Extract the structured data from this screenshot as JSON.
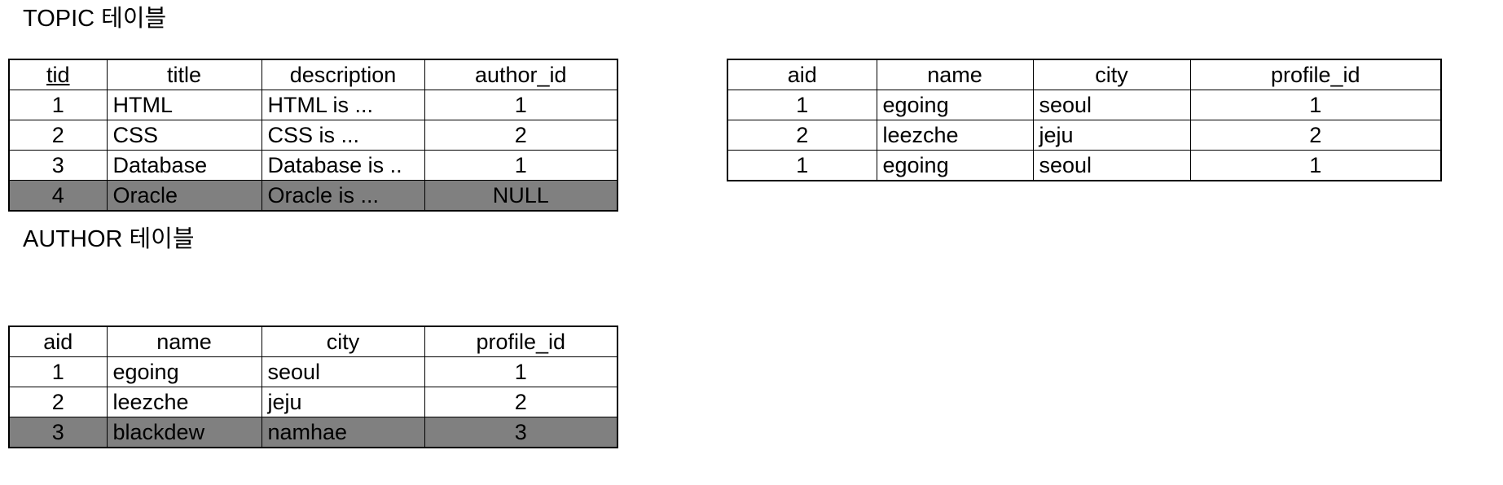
{
  "captions": {
    "topic": "TOPIC 테이블",
    "author": "AUTHOR 테이블"
  },
  "colors": {
    "highlight_row": "#808080",
    "border": "#000000",
    "background": "#ffffff",
    "text": "#000000"
  },
  "topic_table": {
    "name": "TOPIC",
    "columns": [
      {
        "label": "tid",
        "primary_key": true,
        "align": "c"
      },
      {
        "label": "title",
        "primary_key": false,
        "align": "l"
      },
      {
        "label": "description",
        "primary_key": false,
        "align": "l"
      },
      {
        "label": "author_id",
        "primary_key": false,
        "align": "c"
      }
    ],
    "rows": [
      {
        "highlight": false,
        "cells": [
          "1",
          "HTML",
          "HTML is ...",
          "1"
        ]
      },
      {
        "highlight": false,
        "cells": [
          "2",
          "CSS",
          "CSS is ...",
          "2"
        ]
      },
      {
        "highlight": false,
        "cells": [
          "3",
          "Database",
          "Database is ..",
          "1"
        ]
      },
      {
        "highlight": true,
        "cells": [
          "4",
          "Oracle",
          "Oracle is ...",
          "NULL"
        ],
        "bold_cells": [
          3
        ]
      }
    ]
  },
  "join_table": {
    "name": "join-result",
    "columns": [
      {
        "label": "aid",
        "primary_key": false,
        "align": "c"
      },
      {
        "label": "name",
        "primary_key": false,
        "align": "l"
      },
      {
        "label": "city",
        "primary_key": false,
        "align": "l"
      },
      {
        "label": "profile_id",
        "primary_key": false,
        "align": "c"
      }
    ],
    "rows": [
      {
        "highlight": false,
        "cells": [
          "1",
          "egoing",
          "seoul",
          "1"
        ]
      },
      {
        "highlight": false,
        "cells": [
          "2",
          "leezche",
          "jeju",
          "2"
        ]
      },
      {
        "highlight": false,
        "cells": [
          "1",
          "egoing",
          "seoul",
          "1"
        ]
      }
    ]
  },
  "author_table": {
    "name": "AUTHOR",
    "columns": [
      {
        "label": "aid",
        "primary_key": false,
        "align": "c"
      },
      {
        "label": "name",
        "primary_key": false,
        "align": "l"
      },
      {
        "label": "city",
        "primary_key": false,
        "align": "l"
      },
      {
        "label": "profile_id",
        "primary_key": false,
        "align": "c"
      }
    ],
    "rows": [
      {
        "highlight": false,
        "cells": [
          "1",
          "egoing",
          "seoul",
          "1"
        ]
      },
      {
        "highlight": false,
        "cells": [
          "2",
          "leezche",
          "jeju",
          "2"
        ]
      },
      {
        "highlight": true,
        "cells": [
          "3",
          "blackdew",
          "namhae",
          "3"
        ]
      }
    ]
  }
}
